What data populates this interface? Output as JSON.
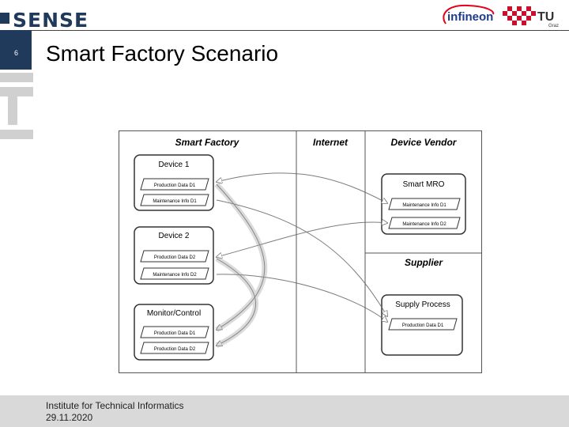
{
  "header": {
    "logo_left": "SENSE",
    "logo_infineon": "infineon",
    "logo_tu": "TU",
    "logo_tu_sub": "Graz"
  },
  "slide": {
    "number": "6",
    "title": "Smart Factory Scenario"
  },
  "diagram": {
    "columns": {
      "smart_factory": "Smart Factory",
      "internet": "Internet",
      "device_vendor": "Device Vendor",
      "supplier": "Supplier"
    },
    "device1": {
      "label": "Device 1",
      "items": [
        "Production Data D1",
        "Maintenance Info D1"
      ]
    },
    "device2": {
      "label": "Device 2",
      "items": [
        "Production Data D2",
        "Maintenance Info D2"
      ]
    },
    "monitor": {
      "label": "Monitor/Control",
      "items": [
        "Production Data D1",
        "Production Data D2"
      ]
    },
    "smart_mro": {
      "label": "Smart MRO",
      "items": [
        "Maintenance Info D1",
        "Maintenance Info D2"
      ]
    },
    "supply_process": {
      "label": "Supply Process",
      "items": [
        "Production Data D1"
      ]
    }
  },
  "footer": {
    "institute": "Institute for Technical Informatics",
    "date": "29.11.2020"
  },
  "colors": {
    "brand_blue": "#1f3a5a",
    "grey": "#d0d0d0",
    "footer_bg": "#d9d9d9"
  }
}
